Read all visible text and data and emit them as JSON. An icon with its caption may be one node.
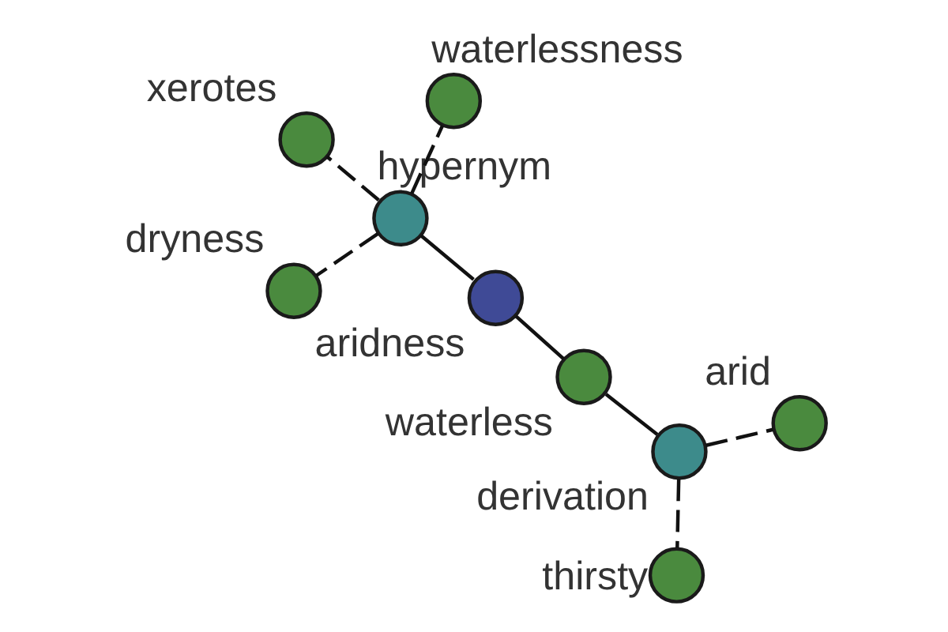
{
  "diagram": {
    "nodes": [
      {
        "text": [],
        "shape": "circle",
        "beside": [
          "xerotes"
        ]
      },
      {
        "text": [],
        "shape": "circle",
        "beside": [
          "waterlessness"
        ]
      },
      {
        "text": [],
        "shape": "circle",
        "beside": [
          "dryness"
        ]
      },
      {
        "text": [],
        "shape": "circle",
        "beside": [
          "hypernym"
        ]
      },
      {
        "text": [],
        "shape": "circle",
        "beside": [
          "arid"
        ]
      },
      {
        "text": [],
        "shape": "circle",
        "beside": [
          "aridness"
        ]
      },
      {
        "text": [],
        "shape": "circle",
        "beside": [
          "waterless"
        ]
      },
      {
        "text": [],
        "shape": "circle",
        "beside": [
          "derivation"
        ]
      },
      {
        "text": [],
        "shape": "circle",
        "beside": [
          "thirsty"
        ]
      }
    ],
    "edges": [
      {
        "from": 5,
        "to": 3,
        "arrow": "none"
      },
      {
        "from": 5,
        "to": 6,
        "arrow": "none"
      },
      {
        "from": 6,
        "to": 7,
        "arrow": "none"
      },
      {
        "from": 3,
        "to": 0,
        "arrow": "none",
        "style": "dashed"
      },
      {
        "from": 3,
        "to": 1,
        "arrow": "none",
        "style": "dashed"
      },
      {
        "from": 3,
        "to": 2,
        "arrow": "none",
        "style": "dashed"
      },
      {
        "from": 7,
        "to": 4,
        "arrow": "none",
        "style": "dashed"
      },
      {
        "from": 7,
        "to": 8,
        "arrow": "none",
        "style": "dashed"
      }
    ]
  }
}
